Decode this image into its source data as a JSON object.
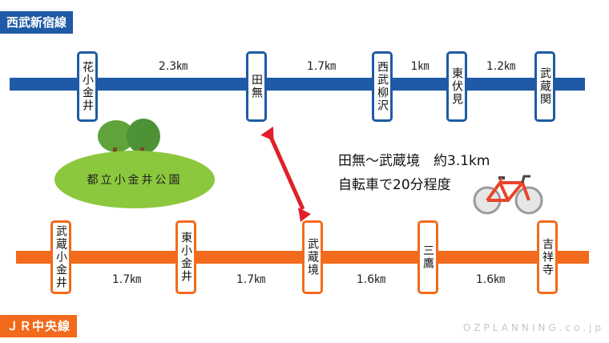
{
  "lines": {
    "seibu": {
      "name": "西武新宿線",
      "color": "#1f5aa6",
      "stations": [
        "花小金井",
        "田無",
        "西武柳沢",
        "東伏見",
        "武蔵関"
      ],
      "distances": [
        "2.3㎞",
        "1.7㎞",
        "1㎞",
        "1.2㎞"
      ]
    },
    "jr": {
      "name": "ＪＲ中央線",
      "color": "#f26a1b",
      "stations": [
        "武蔵小金井",
        "東小金井",
        "武蔵境",
        "三鷹",
        "吉祥寺"
      ],
      "distances": [
        "1.7㎞",
        "1.7㎞",
        "1.6㎞",
        "1.6㎞"
      ]
    }
  },
  "park": {
    "name": "都立小金井公園",
    "color": "#8cc83e"
  },
  "route": {
    "line1": "田無～武蔵境　約3.1km",
    "line2": "自転車で20分程度",
    "arrow_color": "#e0202a"
  },
  "watermark": "OZPLANNING.co.jp",
  "icons": [
    "tree-icon",
    "bicycle-icon",
    "double-arrow-icon"
  ]
}
